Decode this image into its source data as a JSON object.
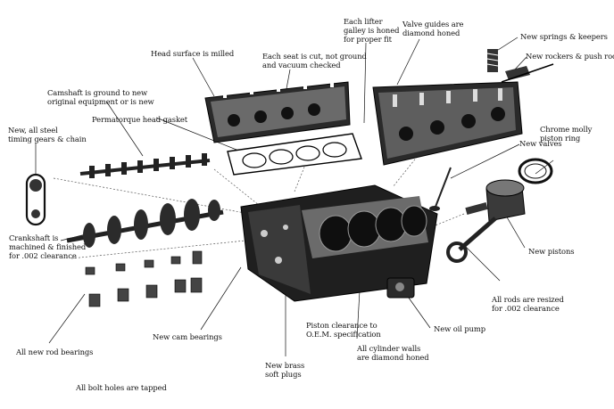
{
  "labels": {
    "lifter_galley": "Each lifter\ngalley is honed\nfor proper fit",
    "valve_guides": "Valve guides are\ndiamond honed",
    "springs_keepers": "New springs & keepers",
    "rockers_push_rods": "New rockers & push rods",
    "head_surface": "Head surface is milled",
    "seat_cut": "Each seat is cut, not ground\nand vacuum checked",
    "camshaft": "Camshaft is ground to new\noriginal equipment or is new",
    "head_gasket": "Permatorque head gasket",
    "timing_gears": "New, all steel\ntiming gears & chain",
    "piston_ring": "Chrome molly\npiston ring",
    "new_valves": "New valves",
    "new_pistons": "New pistons",
    "crankshaft": "Crankshaft is\nmachined & finished\nfor .002 clearance",
    "rods_resized": "All rods are resized\nfor .002 clearance",
    "oil_pump": "New oil pump",
    "piston_clearance": "Piston clearance to\nO.E.M. specification",
    "cylinder_walls": "All cylinder walls\nare diamond honed",
    "cam_bearings": "New cam bearings",
    "rod_bearings": "All new rod bearings",
    "brass_plugs": "New brass\nsoft plugs",
    "bolt_holes": "All bolt holes are tapped"
  }
}
